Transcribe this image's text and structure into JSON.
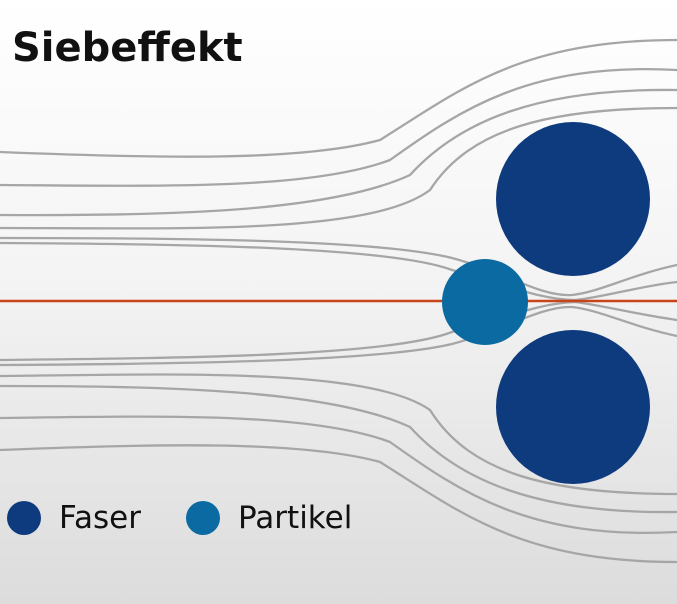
{
  "title": "Siebeffekt",
  "colors": {
    "fiber": "#0e3a7e",
    "particle": "#0a6aa1",
    "trajectory": "#c8441b",
    "streamline": "#a6a6a6"
  },
  "legend": [
    {
      "label": "Faser",
      "color": "#0e3a7e"
    },
    {
      "label": "Partikel",
      "color": "#0a6aa1"
    }
  ]
}
